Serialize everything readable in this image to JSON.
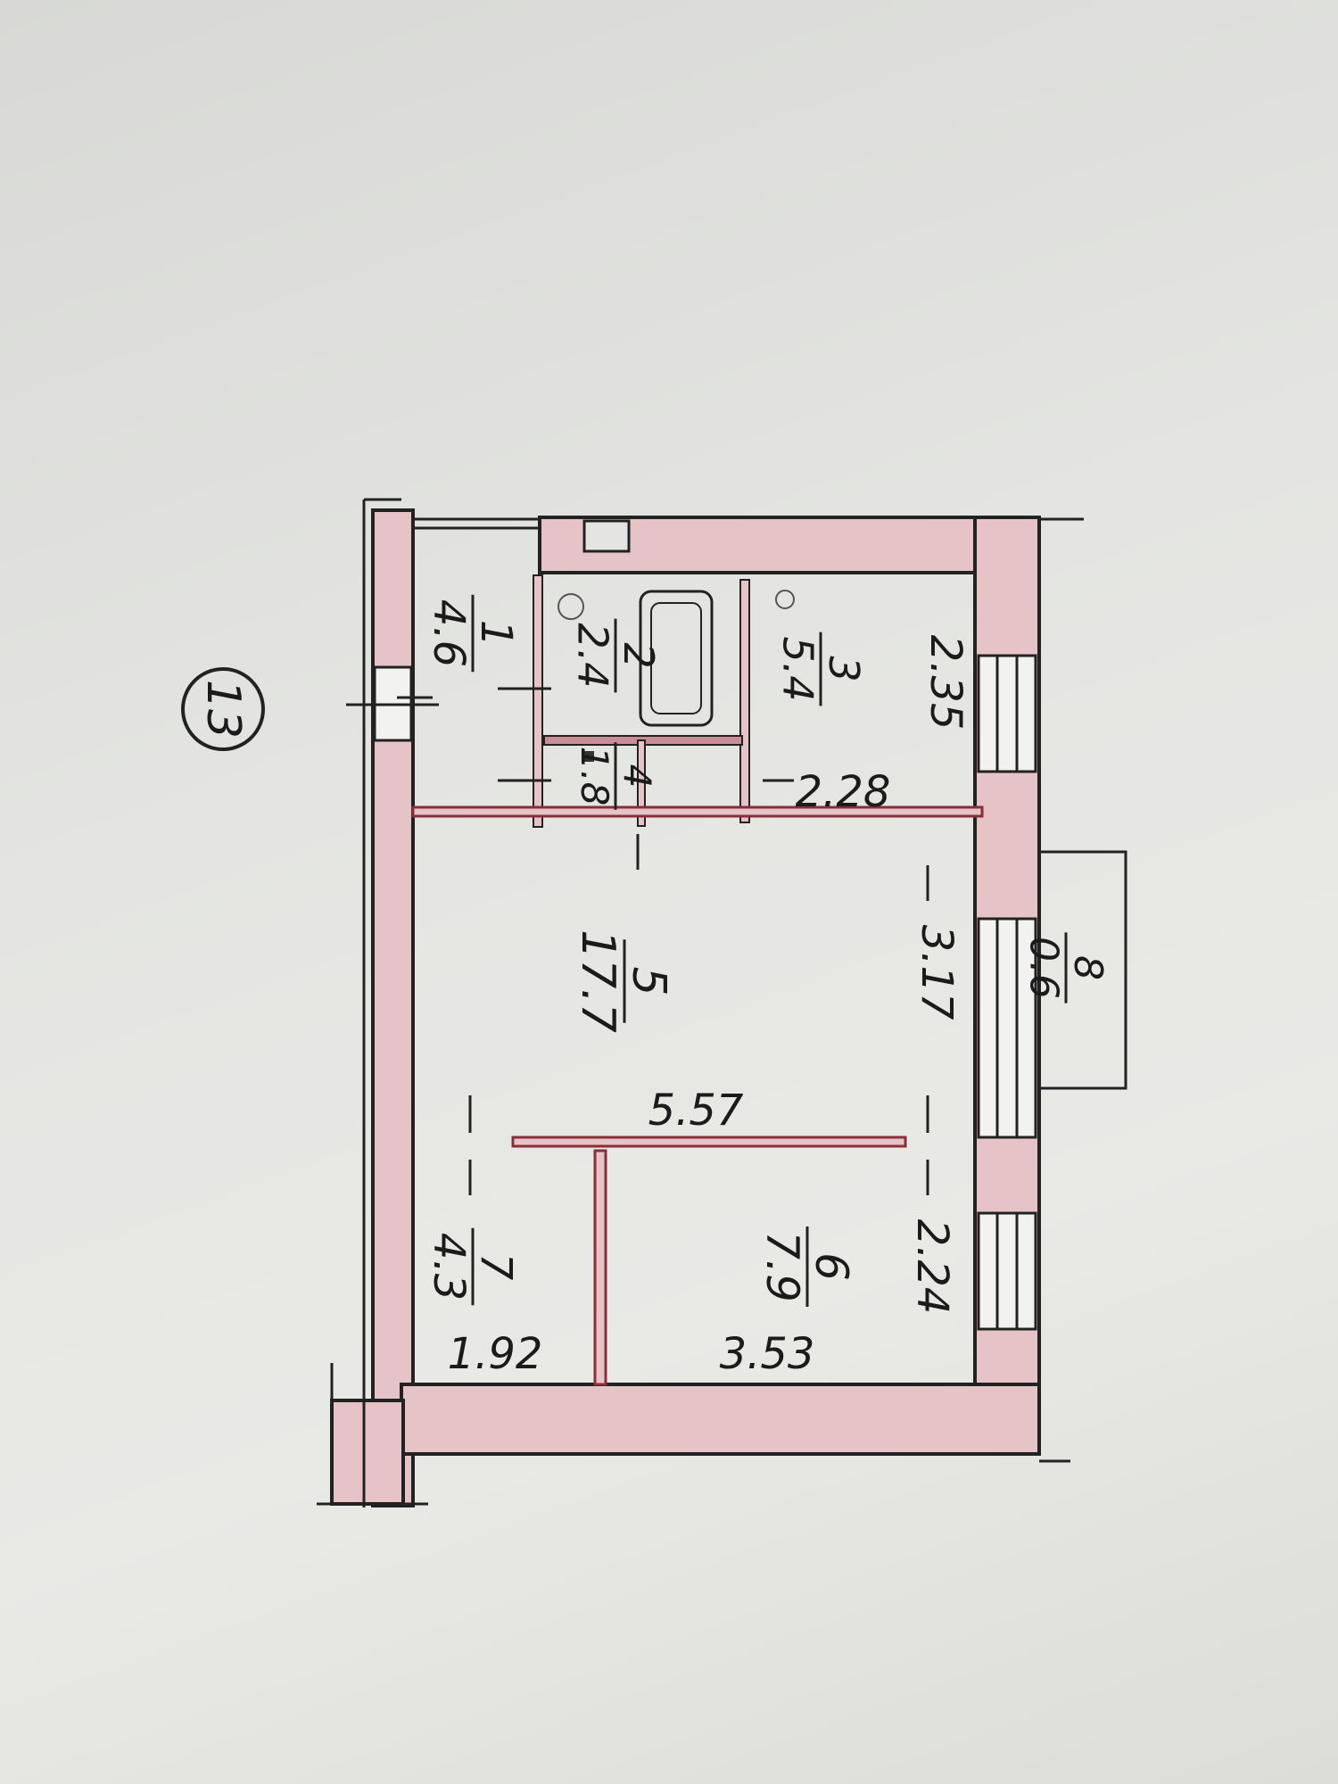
{
  "plan_number": "13",
  "rooms": [
    {
      "id": "1",
      "number": "1",
      "area": "4.6"
    },
    {
      "id": "2",
      "number": "2",
      "area": "2.4"
    },
    {
      "id": "3",
      "number": "3",
      "area": "5.4"
    },
    {
      "id": "4",
      "number": "4",
      "area": "1.8"
    },
    {
      "id": "5",
      "number": "5",
      "area": "17.7"
    },
    {
      "id": "6",
      "number": "6",
      "area": "7.9"
    },
    {
      "id": "7",
      "number": "7",
      "area": "4.3"
    },
    {
      "id": "8",
      "number": "8",
      "area": "0.6"
    }
  ],
  "dimensions": {
    "room3_depth": "2.35",
    "room3_width": "2.28",
    "room5_depth": "3.17",
    "room5_width": "5.57",
    "room6_depth": "2.24",
    "room6_width": "3.53",
    "room7_width": "1.92"
  },
  "colors": {
    "wall_fill": "#e6c3c6",
    "line": "#222222",
    "partition": "#8a2e3a",
    "paper": "#e4e5e2"
  }
}
